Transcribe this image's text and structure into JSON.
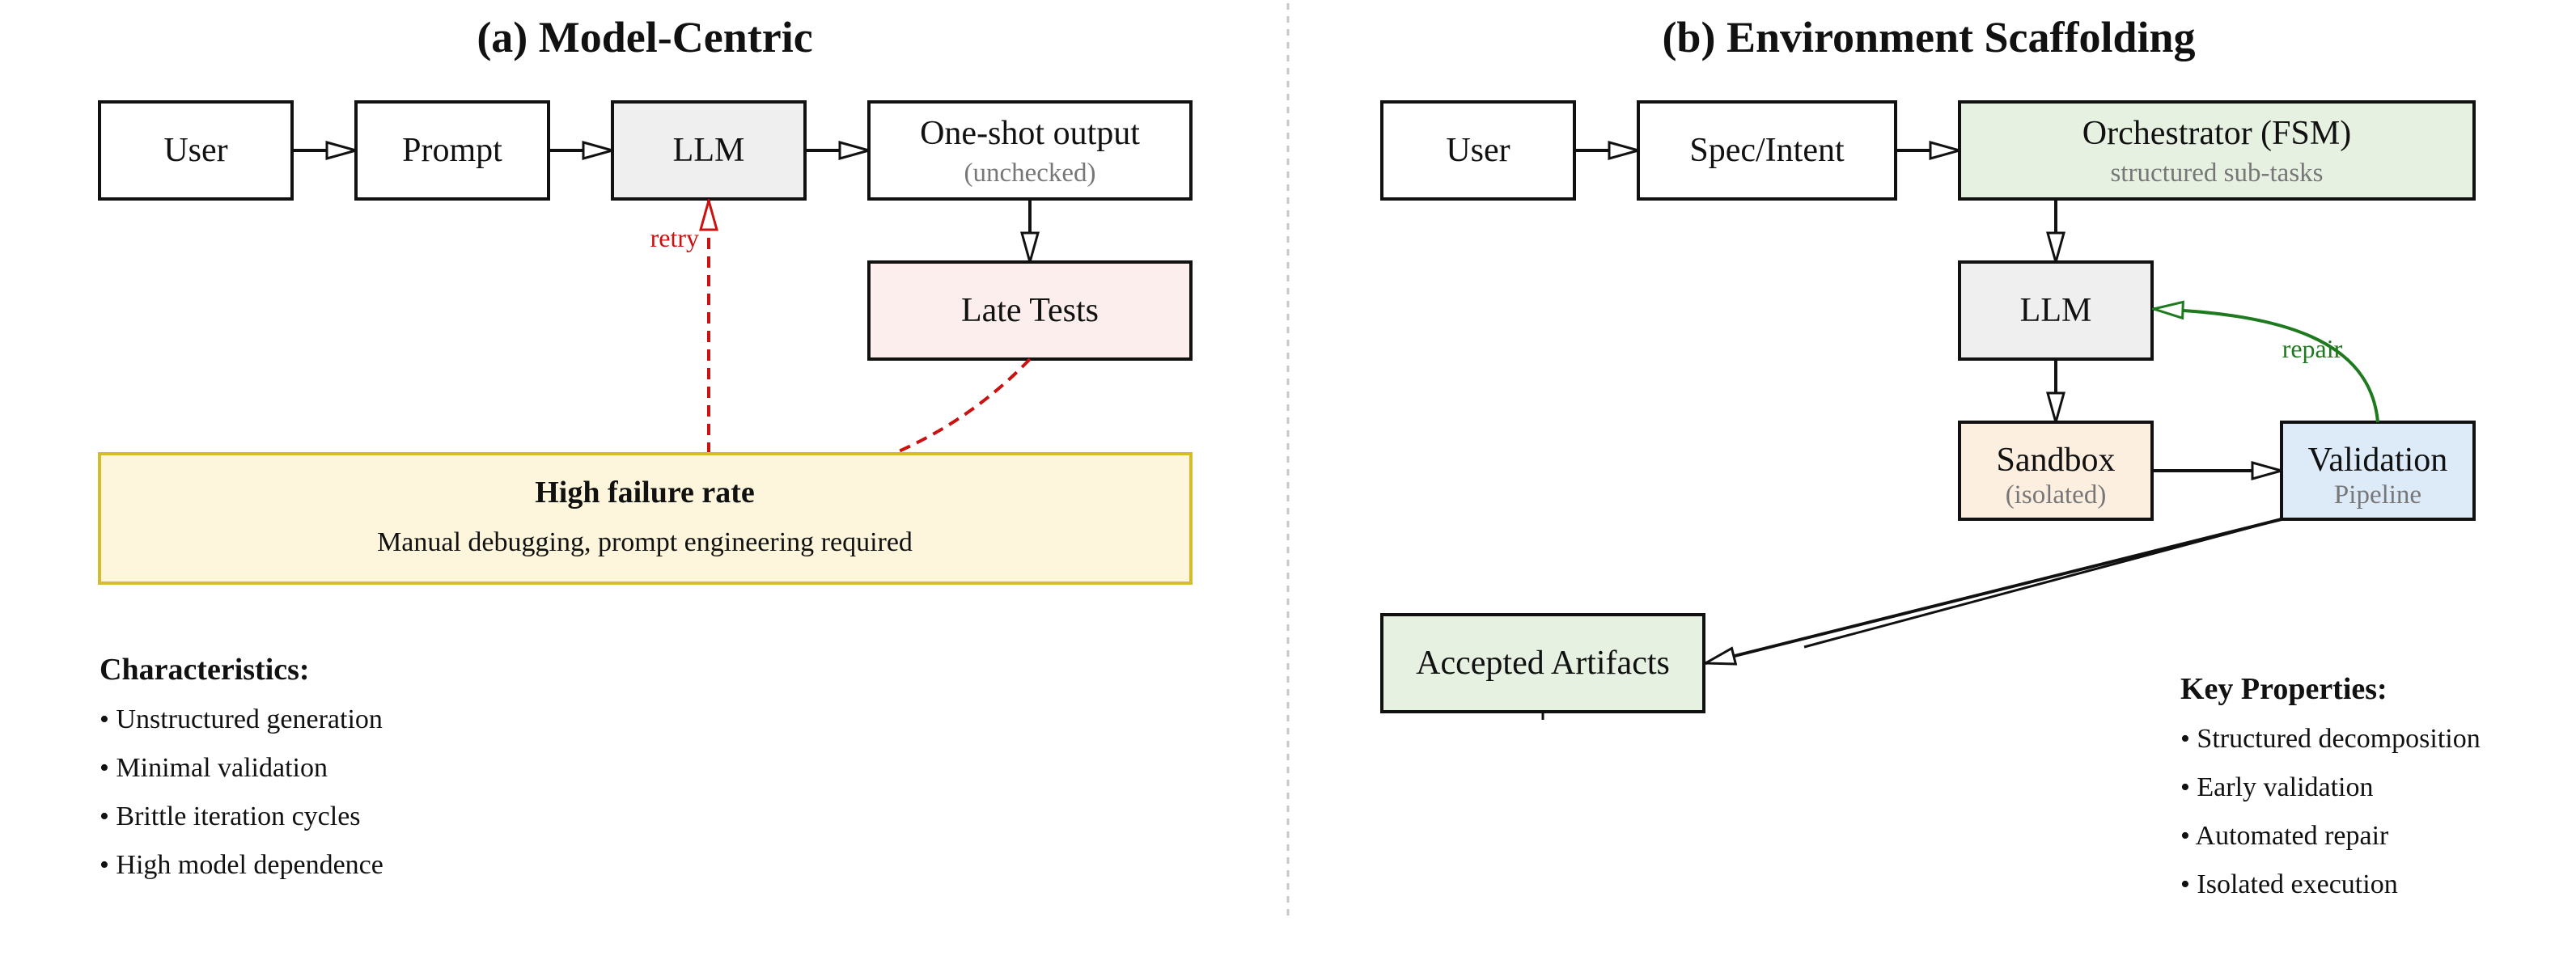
{
  "panel_a": {
    "title": "(a) Model-Centric",
    "nodes": {
      "user": "User",
      "prompt": "Prompt",
      "llm": "LLM",
      "output": "One-shot output",
      "output_sub": "(unchecked)",
      "late_tests": "Late Tests"
    },
    "retry_label": "retry",
    "failure_box": {
      "title": "High failure rate",
      "subtitle": "Manual debugging, prompt engineering required"
    },
    "characteristics": {
      "heading": "Characteristics:",
      "items": [
        "• Unstructured generation",
        "• Minimal validation",
        "• Brittle iteration cycles",
        "• High model dependence"
      ]
    }
  },
  "panel_b": {
    "title": "(b) Environment Scaffolding",
    "nodes": {
      "user": "User",
      "spec": "Spec/Intent",
      "orchestrator": "Orchestrator (FSM)",
      "orchestrator_sub": "structured sub-tasks",
      "llm": "LLM",
      "sandbox": "Sandbox",
      "sandbox_sub": "(isolated)",
      "validation": "Validation",
      "validation_sub": "Pipeline",
      "accepted": "Accepted Artifacts"
    },
    "repair_label": "repair",
    "key_properties": {
      "heading": "Key Properties:",
      "items": [
        "• Structured decomposition",
        "• Early validation",
        "• Automated repair",
        "• Isolated execution"
      ]
    }
  },
  "colors": {
    "box_border": "#111111",
    "llm_fill": "#efefef",
    "late_tests_fill": "#fdeeee",
    "failure_fill": "#fdf6dc",
    "failure_border": "#d4bc2e",
    "orchestrator_fill": "#e6f1e1",
    "sandbox_fill": "#fdefe0",
    "validation_fill": "#ddebf8",
    "accepted_fill": "#e6f1e1",
    "retry_red": "#cc1111",
    "repair_green": "#1e7a1e",
    "sub_gray": "#777777",
    "divider": "#c8c8c8"
  }
}
